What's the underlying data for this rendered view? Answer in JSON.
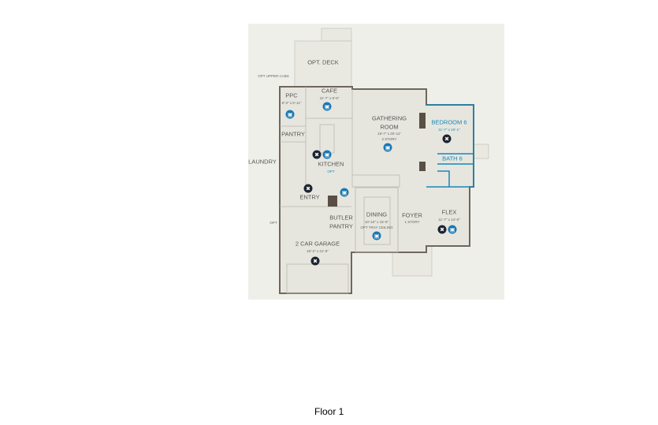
{
  "caption": "Floor 1",
  "colors": {
    "background": "#efefe9",
    "wall": "#6e675e",
    "highlight": "#1a86b8",
    "camera_icon": "#1a78b4",
    "tools_icon": "#1c2430"
  },
  "rooms": {
    "deck": {
      "name": "OPT. DECK"
    },
    "upper_cabs": {
      "name": "OPT UPPER CABS"
    },
    "cafe": {
      "name": "CAFE",
      "size": "11'-7\" x 8'-6\""
    },
    "ppc": {
      "name": "PPC",
      "size": "8'-3\" x 5'-11\""
    },
    "pantry": {
      "name": "PANTRY"
    },
    "gathering": {
      "name1": "GATHERING",
      "name2": "ROOM",
      "size": "18'-7\" x 20'-11\"",
      "note": "2 STORY"
    },
    "kitchen": {
      "name": "KITCHEN",
      "note": "OPT"
    },
    "laundry": {
      "name": "LAUNDRY"
    },
    "entry": {
      "name": "ENTRY"
    },
    "butler": {
      "name1": "BUTLER",
      "name2": "PANTRY"
    },
    "dining": {
      "name": "DINING",
      "size": "10'-10\" x 16'-6\"",
      "note": "OPT TRAY CEILING"
    },
    "foyer": {
      "name": "FOYER",
      "note": "1 STORY"
    },
    "flex": {
      "name": "FLEX",
      "size": "11'-7\" x 14'-0\""
    },
    "bedroom6": {
      "name": "BEDROOM 6",
      "size": "11'-7\" x 10'-1\""
    },
    "bath6": {
      "name": "BATH 6"
    },
    "garage": {
      "name": "2 CAR GARAGE",
      "size": "19'-3\" x 21'-9\""
    },
    "opt_window": {
      "name": "OPT"
    }
  },
  "icons": {
    "camera": "camera-icon",
    "tools": "tools-icon"
  }
}
